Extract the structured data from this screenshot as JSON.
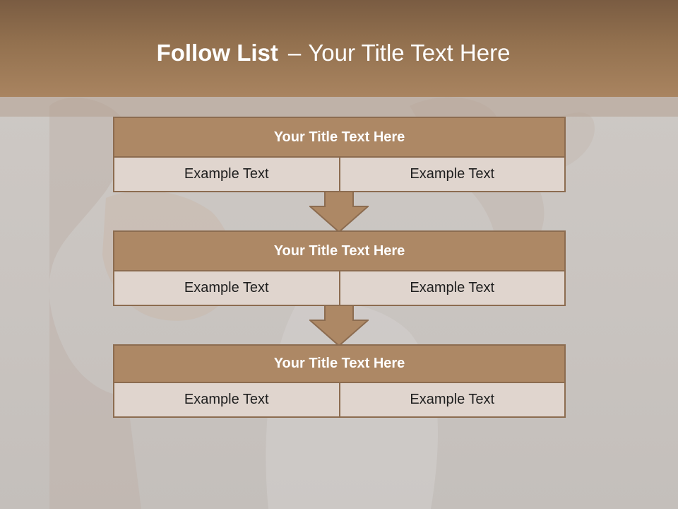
{
  "slide": {
    "title_bold": "Follow List",
    "title_separator": "–",
    "title_rest": "Your Title Text Here"
  },
  "blocks": [
    {
      "title": "Your Title Text Here",
      "left": "Example Text",
      "right": "Example Text"
    },
    {
      "title": "Your Title Text Here",
      "left": "Example Text",
      "right": "Example Text"
    },
    {
      "title": "Your Title Text Here",
      "left": "Example Text",
      "right": "Example Text"
    }
  ],
  "colors": {
    "header": "#93714f",
    "block_title": "#ad8865",
    "block_cell": "#e0d5ce",
    "border": "#8c6c50",
    "background": "#cbc6c2"
  },
  "icons": [
    "down-arrow-icon"
  ]
}
